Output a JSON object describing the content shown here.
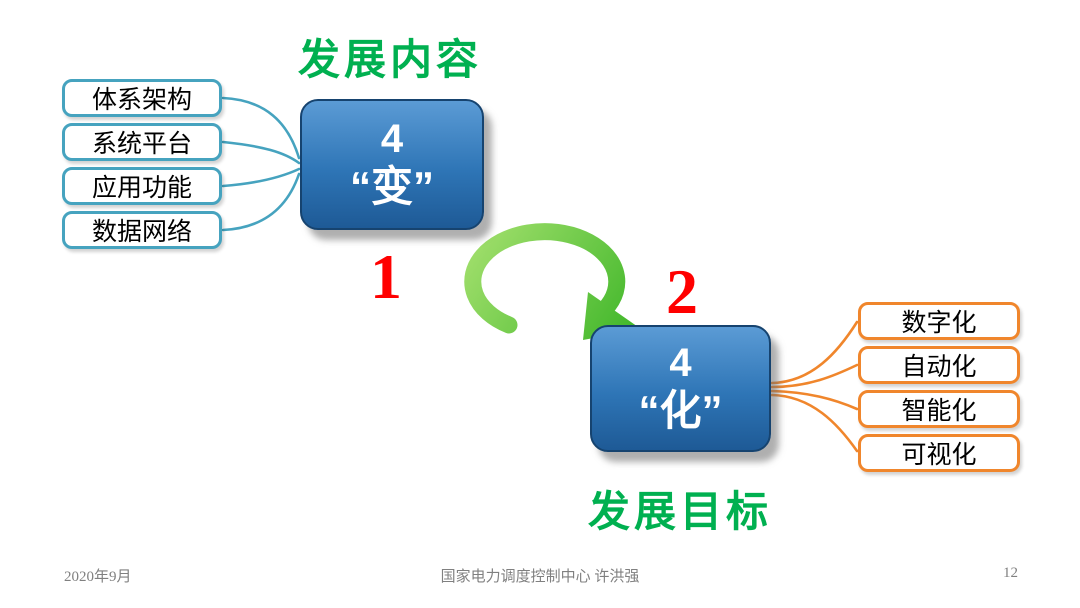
{
  "slide": {
    "titles": {
      "top": "发展内容",
      "bottom": "发展目标"
    },
    "left_items": [
      "体系架构",
      "系统平台",
      "应用功能",
      "数据网络"
    ],
    "right_items": [
      "数字化",
      "自动化",
      "智能化",
      "可视化"
    ],
    "box1": {
      "line1": "4",
      "line2": "“变”"
    },
    "box2": {
      "line1": "4",
      "line2": "“化”"
    },
    "step1_number": "1",
    "step2_number": "2",
    "footer": {
      "date": "2020年9月",
      "credit": "国家电力调度控制中心 许洪强",
      "page_number": "12"
    },
    "colors": {
      "title_green": "#00B050",
      "number_red": "#FF0000",
      "left_border_teal": "#46A3BF",
      "right_border_orange": "#F0862C",
      "box_blue_light": "#5B9BD5",
      "box_blue": "#2E75B6",
      "box_blue_dark": "#1E5A96",
      "box_blue_border": "#16436F",
      "arrow_green_light": "#A4E06E",
      "arrow_green_dark": "#3CB527"
    }
  }
}
